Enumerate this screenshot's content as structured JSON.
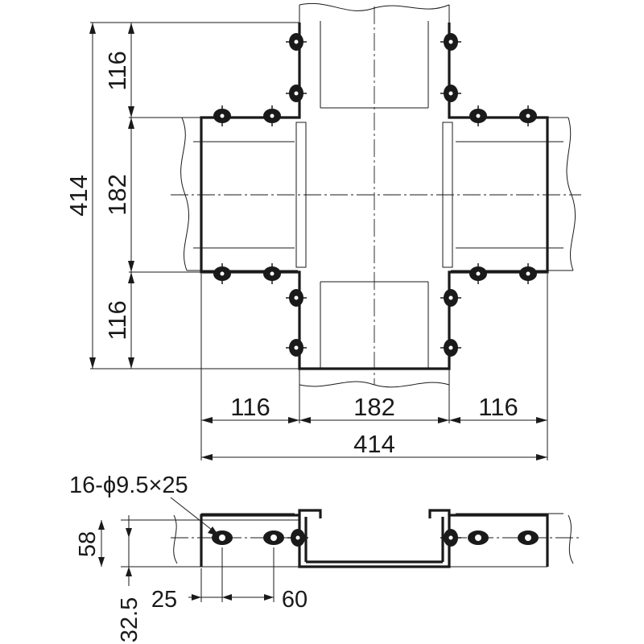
{
  "labels": {
    "top_left": "116",
    "top_center": "182",
    "top_right": "116",
    "top_total": "414",
    "left_top": "116",
    "left_mid": "182",
    "left_bottom": "116",
    "left_total": "414",
    "hole_spec": "16-ϕ9.5×25",
    "side_height": "58",
    "side_offset": "32.5",
    "hole_edge": "25",
    "hole_pitch": "60"
  }
}
